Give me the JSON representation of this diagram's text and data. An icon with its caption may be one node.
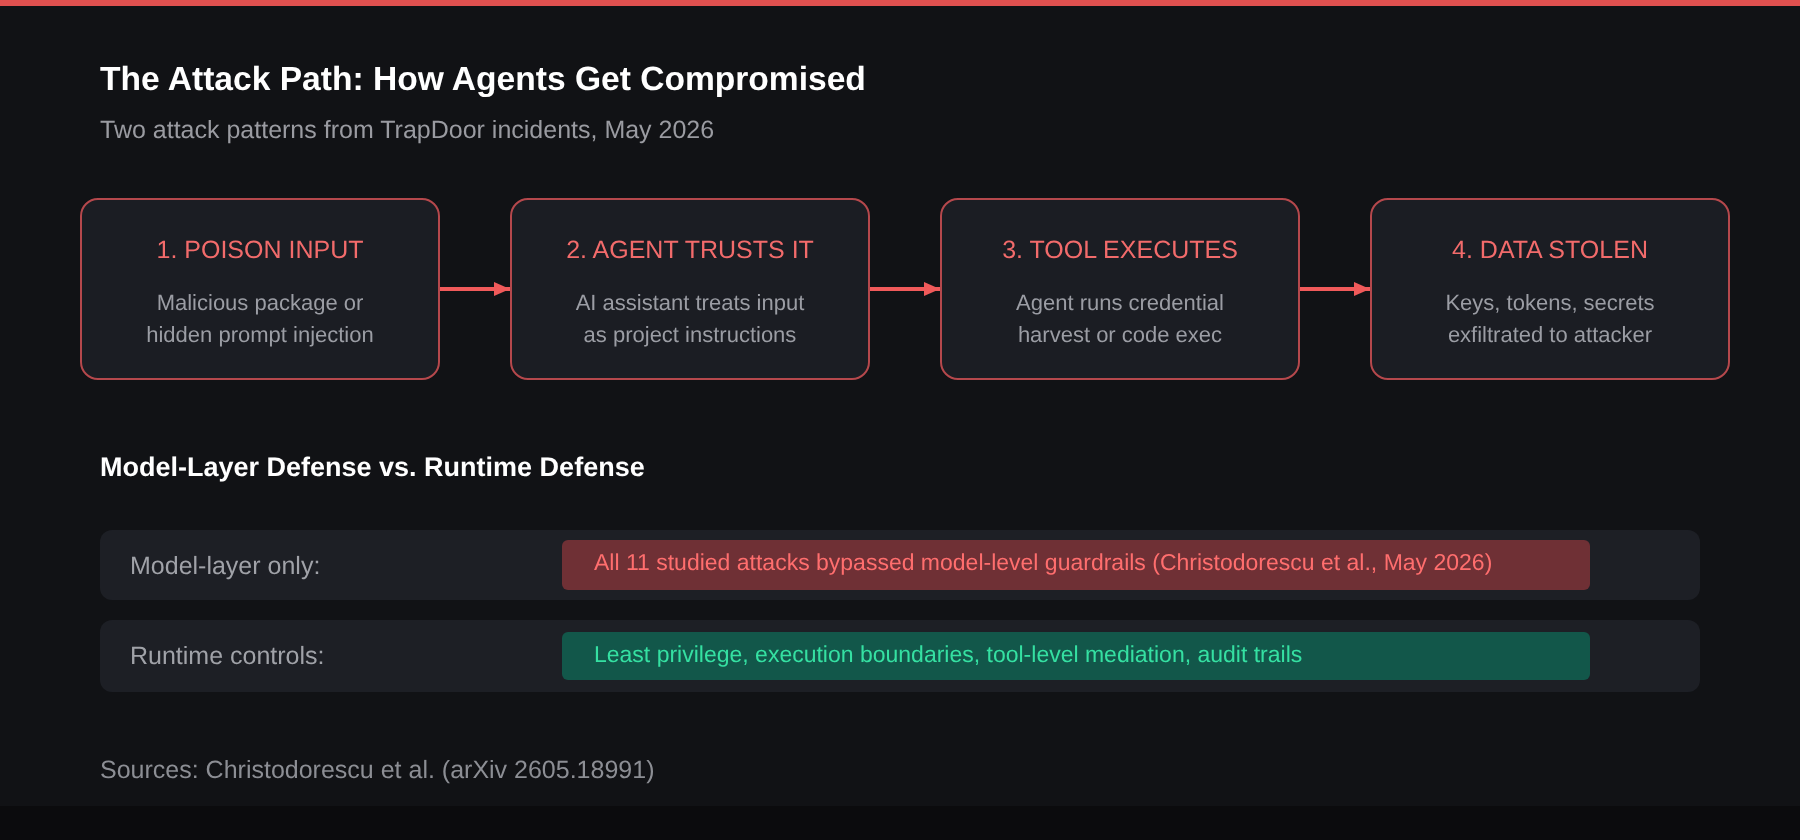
{
  "diagram": {
    "title": "The Attack Path: How Agents Get Compromised",
    "nodes": [
      {
        "text": [
          "1. POISON INPUT",
          "Malicious package or hidden prompt injection"
        ]
      },
      {
        "text": [
          "2. AGENT TRUSTS IT",
          "AI assistant treats input as project instructions"
        ]
      },
      {
        "text": [
          "3. TOOL EXECUTES",
          "Agent runs credential harvest or code exec"
        ]
      },
      {
        "text": [
          "4. DATA STOLEN",
          "Keys, tokens, secrets exfiltrated to attacker"
        ]
      },
      {
        "text": [
          "Model-layer only:"
        ]
      },
      {
        "text": [
          "All 11 studied attacks bypassed model-level guardrails (Christodorescu et al., May 2026)"
        ],
        "in": 4
      },
      {
        "text": [
          "Runtime controls:"
        ]
      },
      {
        "text": [
          "Least privilege, execution boundaries, tool-level mediation, audit trails"
        ],
        "in": 6
      }
    ],
    "edges": [
      {
        "from": 0,
        "to": 1,
        "arrow": "to"
      },
      {
        "from": 1,
        "to": 2,
        "arrow": "to"
      },
      {
        "from": 2,
        "to": 3,
        "arrow": "to"
      }
    ],
    "labels": [
      "Two attack patterns from TrapDoor incidents, May 2026",
      "Model-Layer Defense vs. Runtime Defense",
      "Sources: Christodorescu et al. (arXiv 2605.18991)"
    ]
  }
}
